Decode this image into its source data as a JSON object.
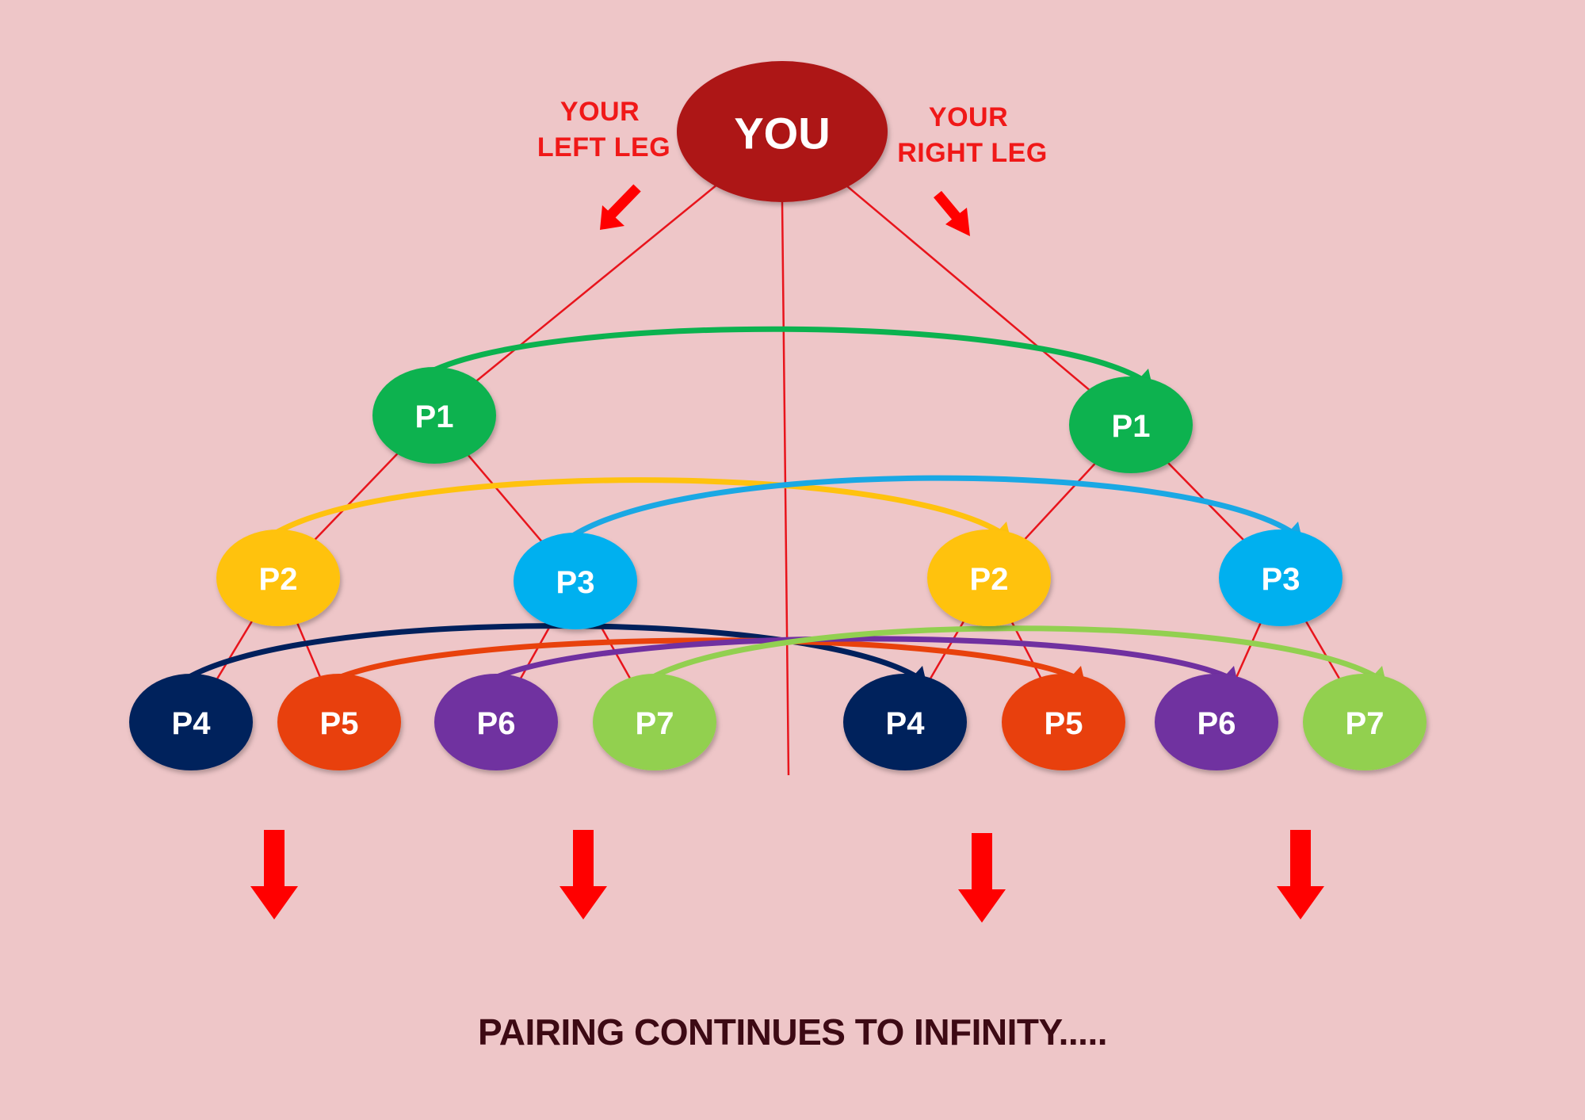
{
  "root": {
    "id": "you",
    "label": "YOU",
    "color": "#ad1316"
  },
  "leg_labels": {
    "left": [
      "YOUR",
      "LEFT LEG"
    ],
    "right": [
      "YOUR",
      "RIGHT LEG"
    ]
  },
  "nodes": [
    {
      "id": "l-p1",
      "label": "P1",
      "color": "#0bb24f"
    },
    {
      "id": "r-p1",
      "label": "P1",
      "color": "#0bb24f"
    },
    {
      "id": "l-p2",
      "label": "P2",
      "color": "#ffc20e"
    },
    {
      "id": "l-p3",
      "label": "P3",
      "color": "#00b0ef"
    },
    {
      "id": "r-p2",
      "label": "P2",
      "color": "#ffc20e"
    },
    {
      "id": "r-p3",
      "label": "P3",
      "color": "#00b0ef"
    },
    {
      "id": "l-p4",
      "label": "P4",
      "color": "#00205c"
    },
    {
      "id": "l-p5",
      "label": "P5",
      "color": "#e8410c"
    },
    {
      "id": "l-p6",
      "label": "P6",
      "color": "#7030a0"
    },
    {
      "id": "l-p7",
      "label": "P7",
      "color": "#92d050"
    },
    {
      "id": "r-p4",
      "label": "P4",
      "color": "#00205c"
    },
    {
      "id": "r-p5",
      "label": "P5",
      "color": "#e8410c"
    },
    {
      "id": "r-p6",
      "label": "P6",
      "color": "#7030a0"
    },
    {
      "id": "r-p7",
      "label": "P7",
      "color": "#92d050"
    }
  ],
  "tree_edges": [
    [
      "you",
      "l-p1"
    ],
    [
      "you",
      "r-p1"
    ],
    [
      "l-p1",
      "l-p2"
    ],
    [
      "l-p1",
      "l-p3"
    ],
    [
      "r-p1",
      "r-p2"
    ],
    [
      "r-p1",
      "r-p3"
    ],
    [
      "l-p2",
      "l-p4"
    ],
    [
      "l-p2",
      "l-p5"
    ],
    [
      "l-p3",
      "l-p6"
    ],
    [
      "l-p3",
      "l-p7"
    ],
    [
      "r-p2",
      "r-p4"
    ],
    [
      "r-p2",
      "r-p5"
    ],
    [
      "r-p3",
      "r-p6"
    ],
    [
      "r-p3",
      "r-p7"
    ]
  ],
  "pairings": [
    {
      "from": "l-p1",
      "to": "r-p1",
      "color": "#0bb24f"
    },
    {
      "from": "l-p2",
      "to": "r-p2",
      "color": "#ffc20e"
    },
    {
      "from": "l-p3",
      "to": "r-p3",
      "color": "#1aa8e4"
    },
    {
      "from": "l-p4",
      "to": "r-p4",
      "color": "#00205c"
    },
    {
      "from": "l-p5",
      "to": "r-p5",
      "color": "#e8410c"
    },
    {
      "from": "l-p6",
      "to": "r-p6",
      "color": "#7030a0"
    },
    {
      "from": "l-p7",
      "to": "r-p7",
      "color": "#92d050"
    }
  ],
  "line_color": "#e8141c",
  "arrow_color": "#ff0000",
  "footer": "PAIRING CONTINUES TO INFINITY....."
}
